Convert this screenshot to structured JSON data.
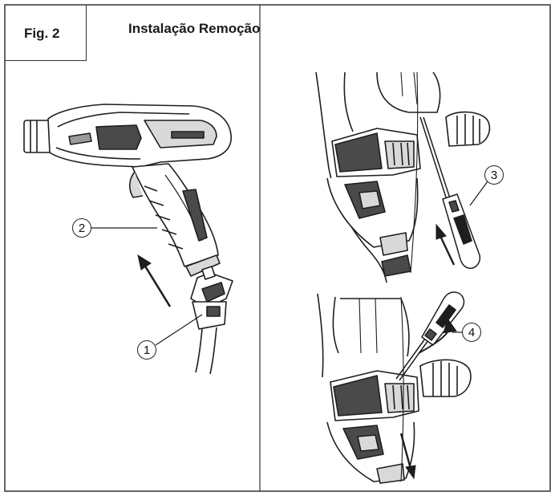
{
  "figure": {
    "label": "Fig. 2",
    "title": "Instalação Remoção"
  },
  "callouts": [
    "1",
    "2",
    "3",
    "4"
  ],
  "colors": {
    "line": "#1e1e1e",
    "fill_dark": "#4a4a4a",
    "fill_mid": "#9a9a9a",
    "fill_light": "#d9d9d9",
    "border": "#333333"
  }
}
